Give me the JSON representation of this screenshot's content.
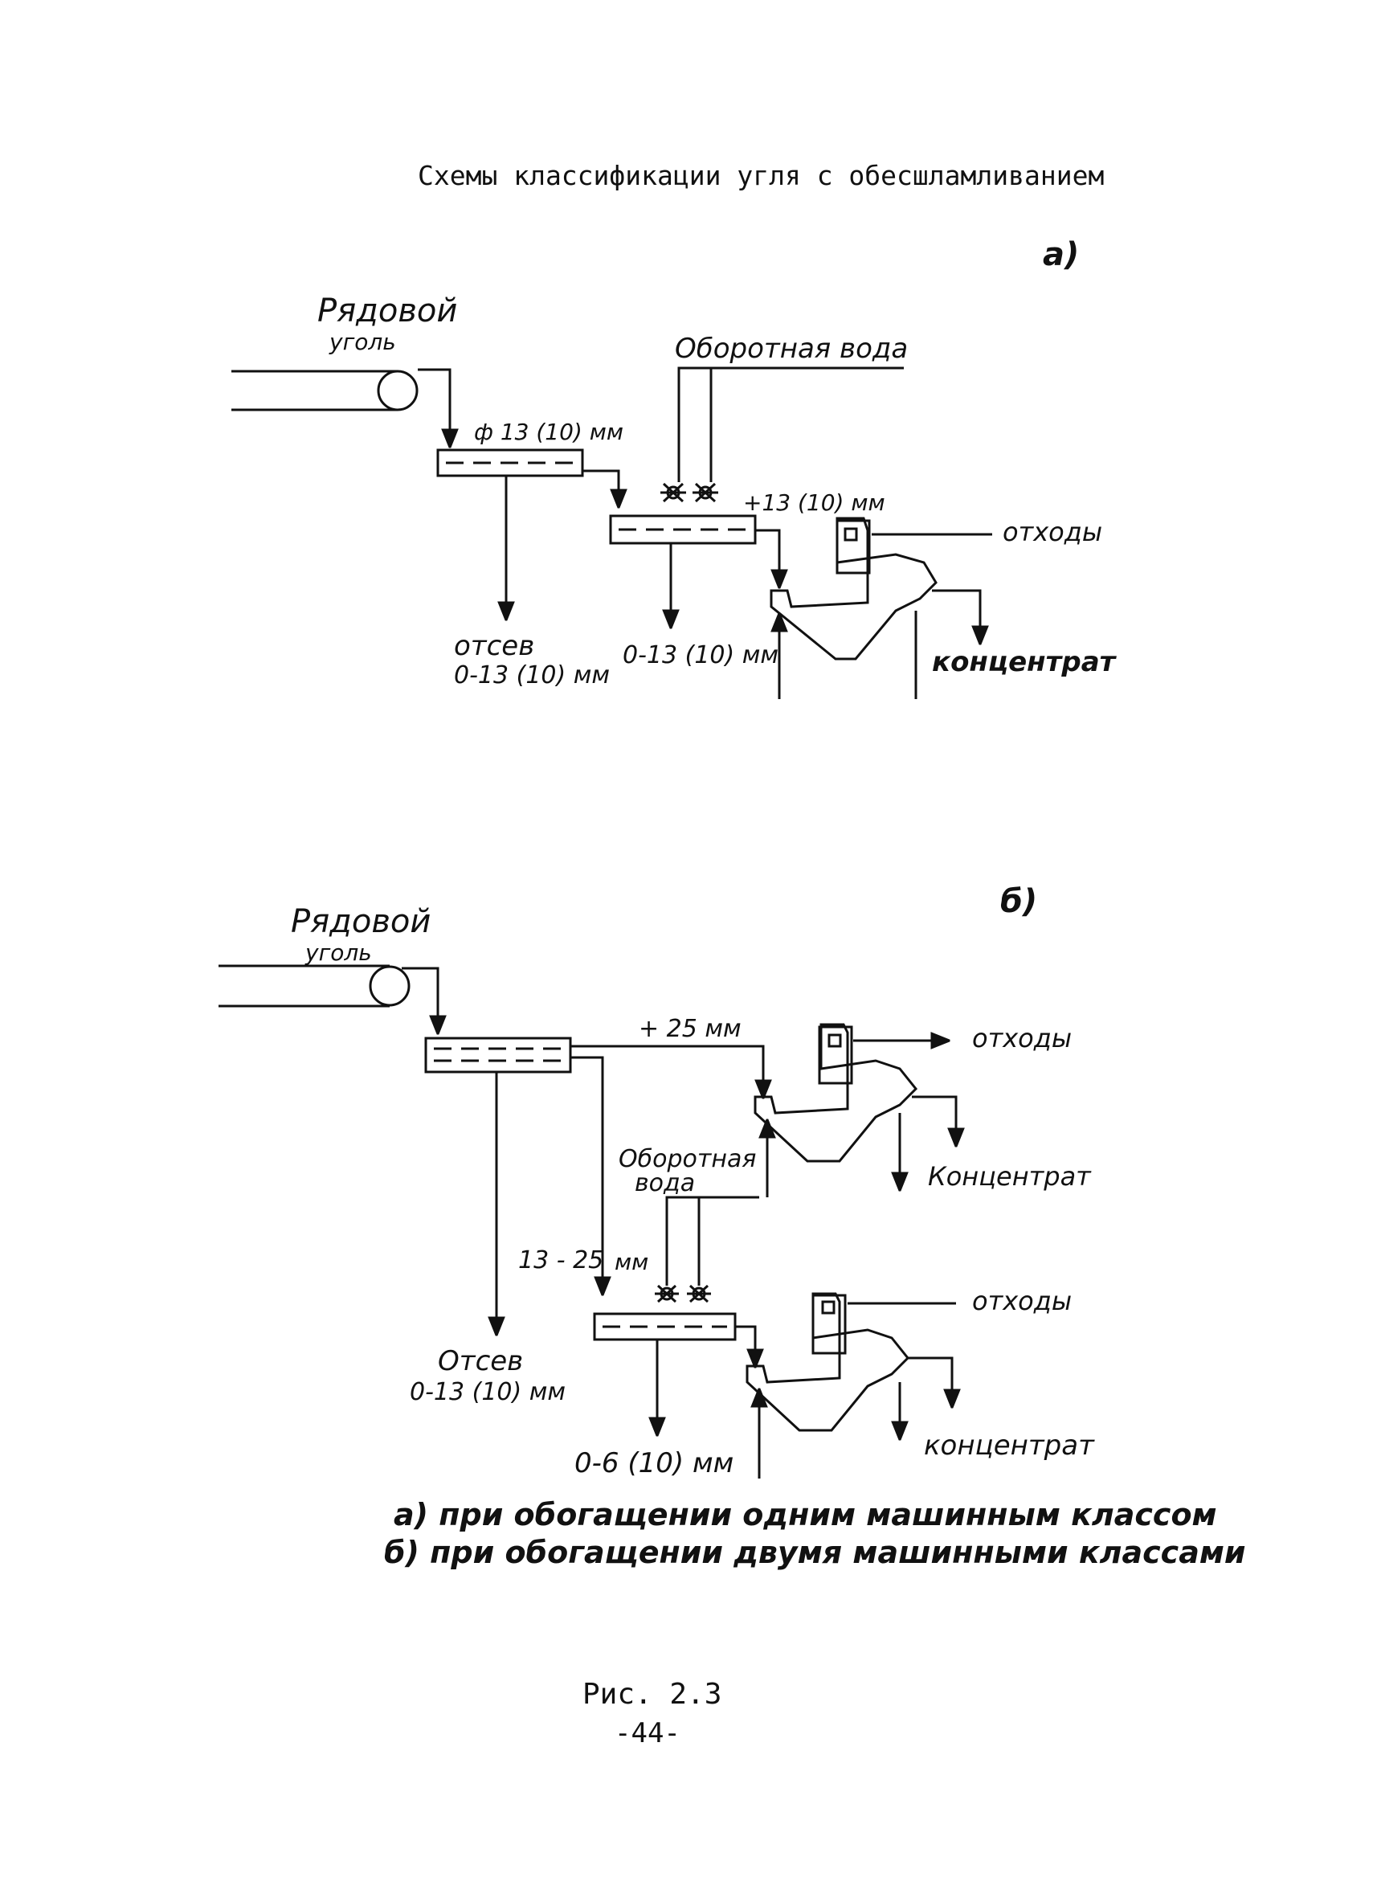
{
  "page_title": "Схемы классификации угля с обесшламливанием",
  "scheme_a": {
    "label": "а)",
    "raw_coal_line1": "Рядовой",
    "raw_coal_line2": "уголь",
    "recycled_water": "Оборотная вода",
    "feed_size": "ф 13 (10) мм",
    "oversize": "+13 (10) мм",
    "waste": "отходы",
    "screenings_line1": "отсев",
    "screenings_line2": "0-13 (10) мм",
    "undersize": "0-13 (10) мм",
    "concentrate": "концентрат"
  },
  "scheme_b": {
    "label": "б)",
    "raw_coal_line1": "Рядовой",
    "raw_coal_line2": "уголь",
    "plus25": "+ 25 мм",
    "waste_top": "отходы",
    "concentrate_top": "Концентрат",
    "recycled_water_line1": "Оборотная",
    "recycled_water_line2": "вода",
    "range_13_25": "13 - 25",
    "range_unit": "мм",
    "waste_bottom": "отходы",
    "screenings_line1": "Отсев",
    "screenings_line2": "0-13 (10) мм",
    "undersize": "0-6 (10) мм",
    "concentrate_bottom": "концентрат"
  },
  "caption": {
    "line_a": "а) при обогащении одним машинным классом",
    "line_b": "б) при обогащении двумя машинными классами"
  },
  "figure_number": "Рис. 2.3",
  "page_number": "-44-"
}
